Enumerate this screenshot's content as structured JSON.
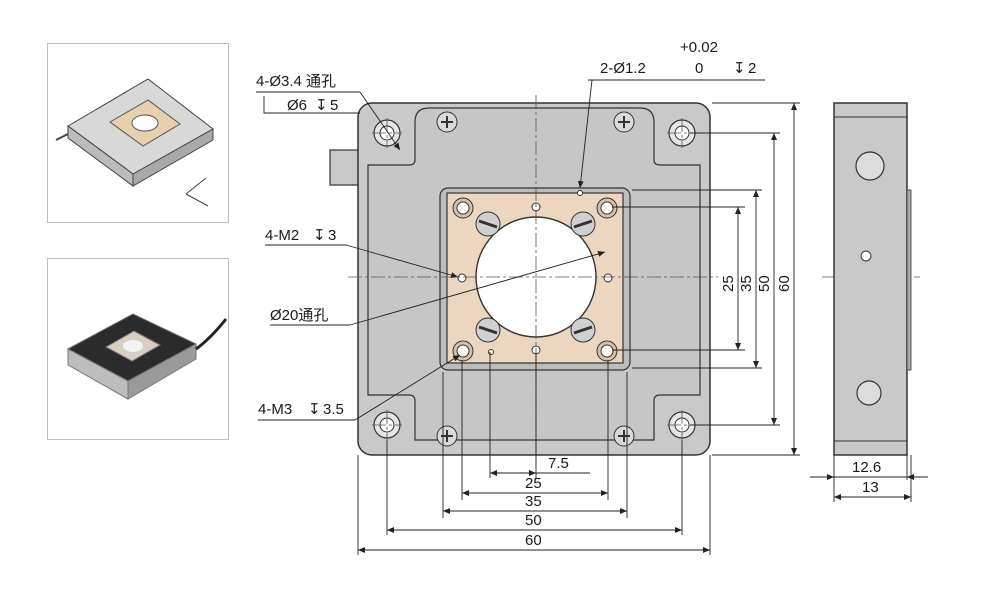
{
  "colors": {
    "plate": "#c9c9c9",
    "plate_edge": "#333333",
    "platform": "#ecd6bf",
    "line": "#222222",
    "center_line": "#555555",
    "frame": "#bdbdbd"
  },
  "thumbnails": {
    "top": {
      "name": "3d-render-drawing-icon"
    },
    "bottom": {
      "name": "product-photo-icon"
    }
  },
  "callouts": {
    "through_hole_spec": "4-Ø3.4 通孔",
    "counterbore_spec": "Ø6",
    "counterbore_depth": "5",
    "pin_hole_spec": "2-Ø1.2",
    "pin_tol_upper": "+0.02",
    "pin_tol_lower": "0",
    "pin_depth": "2",
    "m2_spec": "4-M2",
    "m2_depth": "3",
    "center_hole_spec": "Ø20通孔",
    "m3_spec": "4-M3",
    "m3_depth": "3.5"
  },
  "dimensions": {
    "horizontal": [
      "7.5",
      "25",
      "35",
      "50",
      "60"
    ],
    "vertical": [
      "25",
      "35",
      "50",
      "60"
    ],
    "side_width_inner": "12.6",
    "side_width_outer": "13"
  }
}
